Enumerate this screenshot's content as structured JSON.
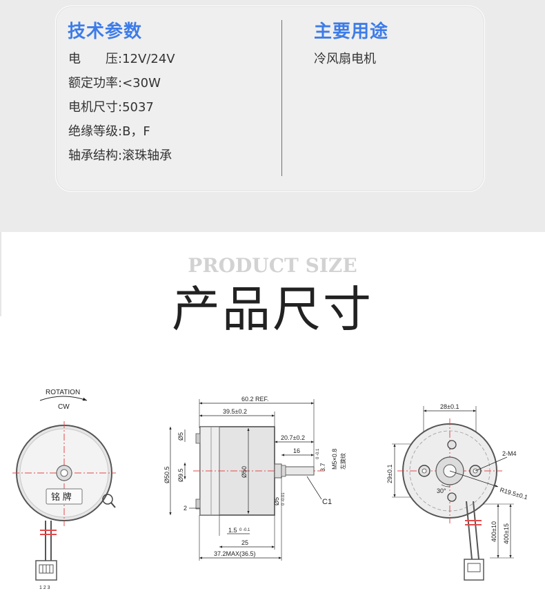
{
  "specs": {
    "heading": "技术参数",
    "rows": [
      {
        "label": "电　　压",
        "sep": ":",
        "value": "12V/24V"
      },
      {
        "label": "额定功率",
        "sep": ":",
        "value": "<30W"
      },
      {
        "label": "电机尺寸",
        "sep": ":",
        "value": "5037"
      },
      {
        "label": "绝缘等级",
        "sep": ":",
        "value": "B，F"
      },
      {
        "label": "轴承结构",
        "sep": ":",
        "value": "滚珠轴承"
      }
    ]
  },
  "usage": {
    "heading": "主要用途",
    "text": "冷风扇电机"
  },
  "section": {
    "title_en": "PRODUCT SIZE",
    "title_cn": "产品尺寸"
  },
  "drawing": {
    "front": {
      "rotation": "ROTATION",
      "direction": "CW",
      "nameplate": "铭 牌",
      "pins": "1 2 3"
    },
    "side": {
      "overall": "60.2 REF.",
      "body": "39.5±0.2",
      "shaft_ext": "20.7±0.2",
      "shaft_len": "16",
      "flat": "3.7",
      "flat_tol": "0 -0.1",
      "thread": "M5×0.8",
      "thread_note": "左旋纹",
      "d5": "Ø5",
      "d9_5": "Ø9.5",
      "d50_5": "Ø50.5",
      "d50": "Ø50",
      "shaft_dia": "Ø5",
      "shaft_tol": "0 -0.01",
      "dim2": "2",
      "dim1_5": "1.5",
      "dim1_5_tol": "0 -0.1",
      "dim25": "25",
      "dim37": "37.2MAX(36.5)",
      "chamfer": "C1"
    },
    "rear": {
      "hole_spacing": "28±0.1",
      "height": "29±0.1",
      "holes": "2-M4",
      "radius": "R19.5±0.1",
      "angle": "30°",
      "lead1": "400±10",
      "lead2": "400±15"
    }
  }
}
